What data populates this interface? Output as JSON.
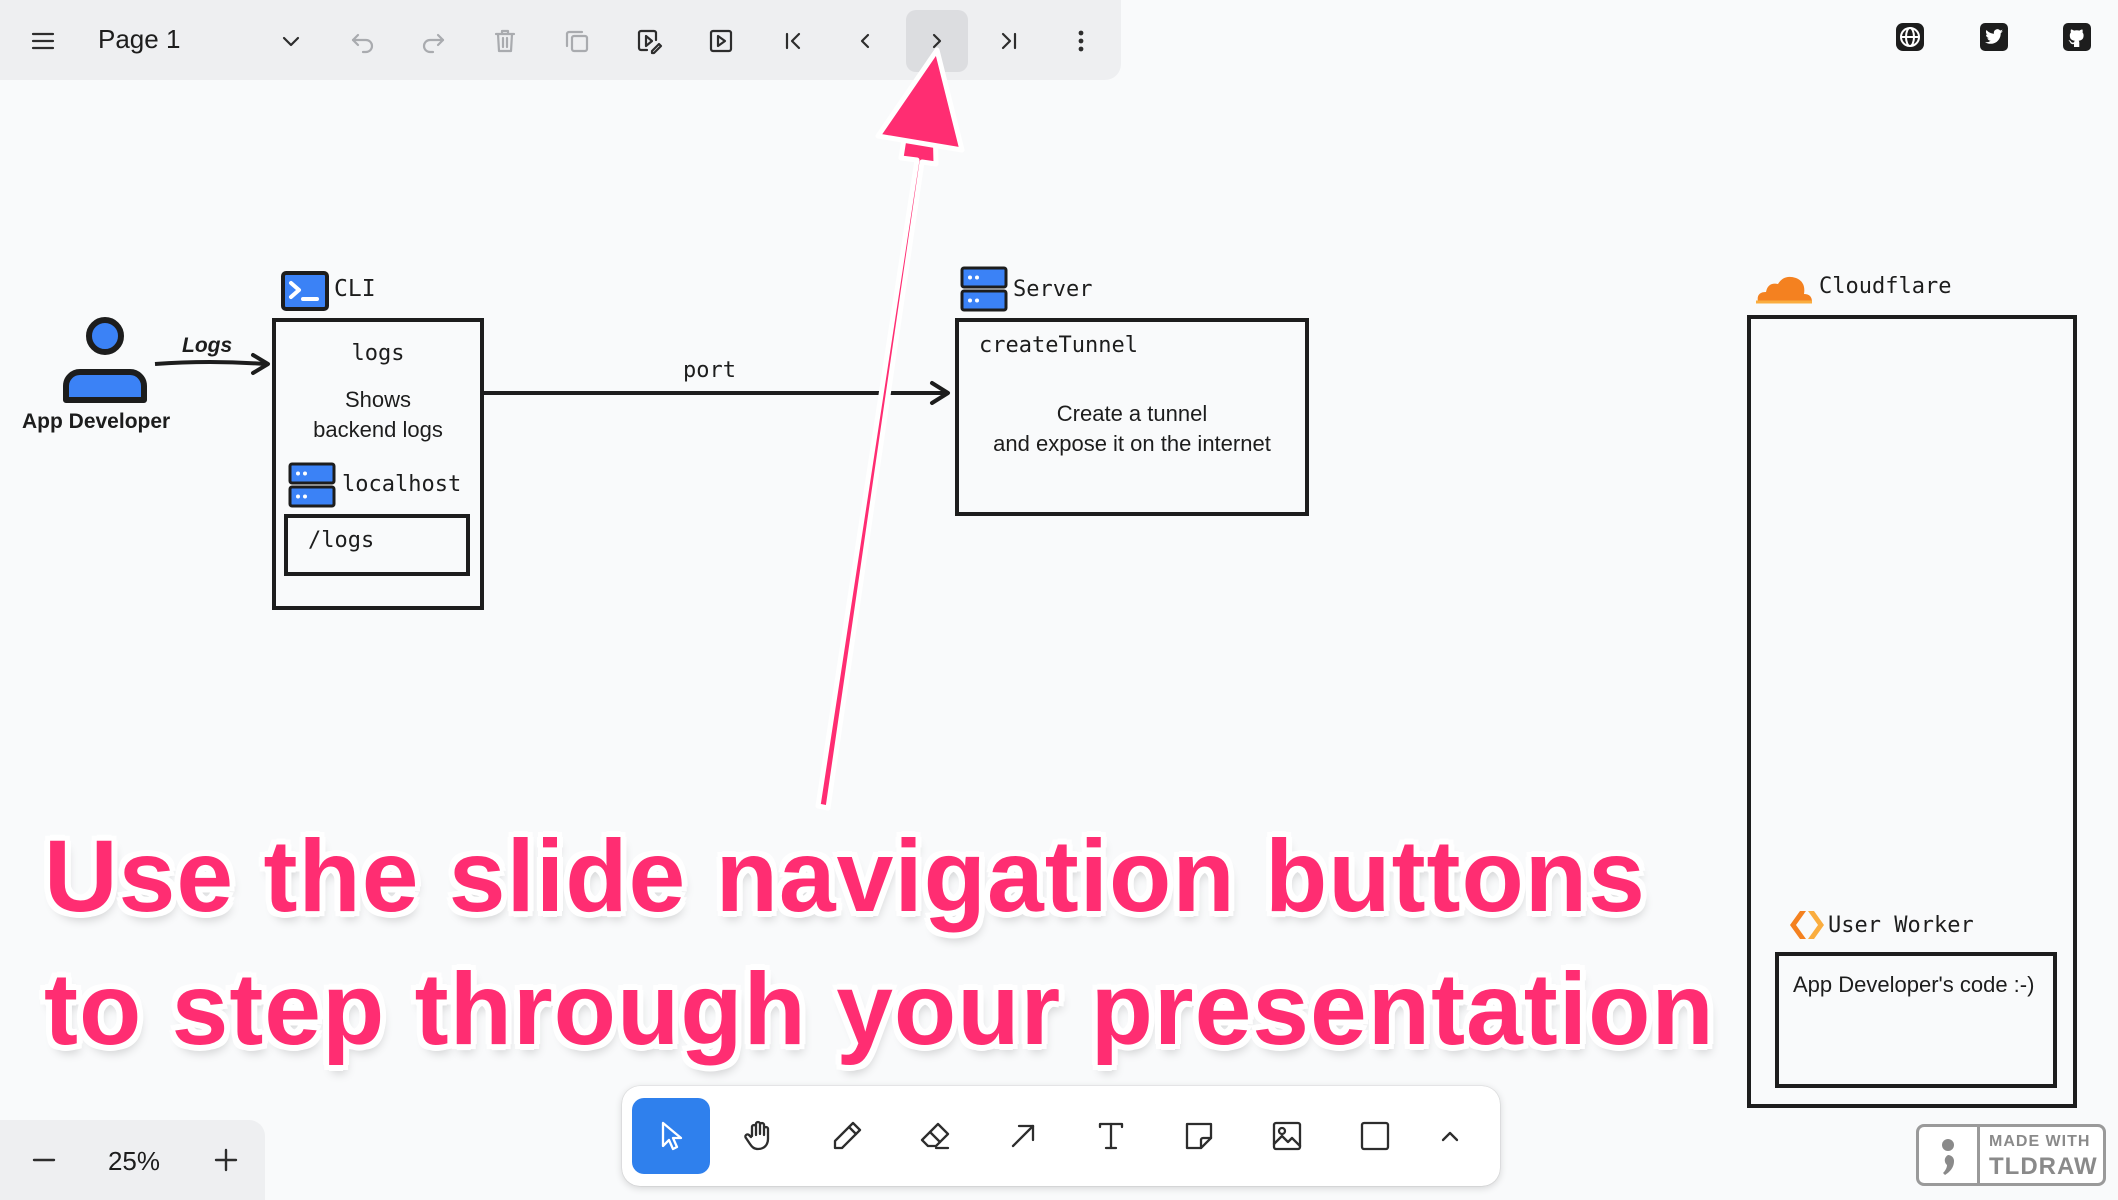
{
  "toolbar": {
    "page_name": "Page 1",
    "buttons": [
      "menu",
      "page-dropdown",
      "undo",
      "redo",
      "delete",
      "duplicate",
      "edit-slide",
      "present",
      "first-slide",
      "previous-slide",
      "next-slide",
      "last-slide",
      "more"
    ]
  },
  "top_right_links": [
    "globe-icon",
    "twitter-icon",
    "github-icon"
  ],
  "canvas": {
    "actor": {
      "label": "App Developer"
    },
    "logs_arrow_label": "Logs",
    "cli": {
      "title": "CLI",
      "heading": "logs",
      "desc_line1": "Shows",
      "desc_line2": "backend logs",
      "localhost_label": "localhost",
      "route": "/logs"
    },
    "port_label": "port",
    "server": {
      "title": "Server",
      "fn": "createTunnel",
      "desc_line1": "Create a tunnel",
      "desc_line2": "and expose it on the internet"
    },
    "cloudflare": {
      "title": "Cloudflare",
      "worker_title": "User Worker",
      "worker_body": "App Developer's code :-)"
    }
  },
  "caption": {
    "line1": "Use the slide navigation buttons",
    "line2": "to step through your presentation"
  },
  "tools": [
    "select",
    "hand",
    "draw",
    "eraser",
    "arrow",
    "text",
    "note",
    "image",
    "rectangle",
    "more"
  ],
  "zoom": {
    "value": "25%"
  },
  "watermark": {
    "line1": "MADE WITH",
    "line2": "TLDRAW"
  },
  "colors": {
    "accent_pink": "#ff2d72",
    "tool_selected": "#2f80ed",
    "server_blue": "#3b82f6",
    "cloudflare_orange": "#f48120"
  }
}
